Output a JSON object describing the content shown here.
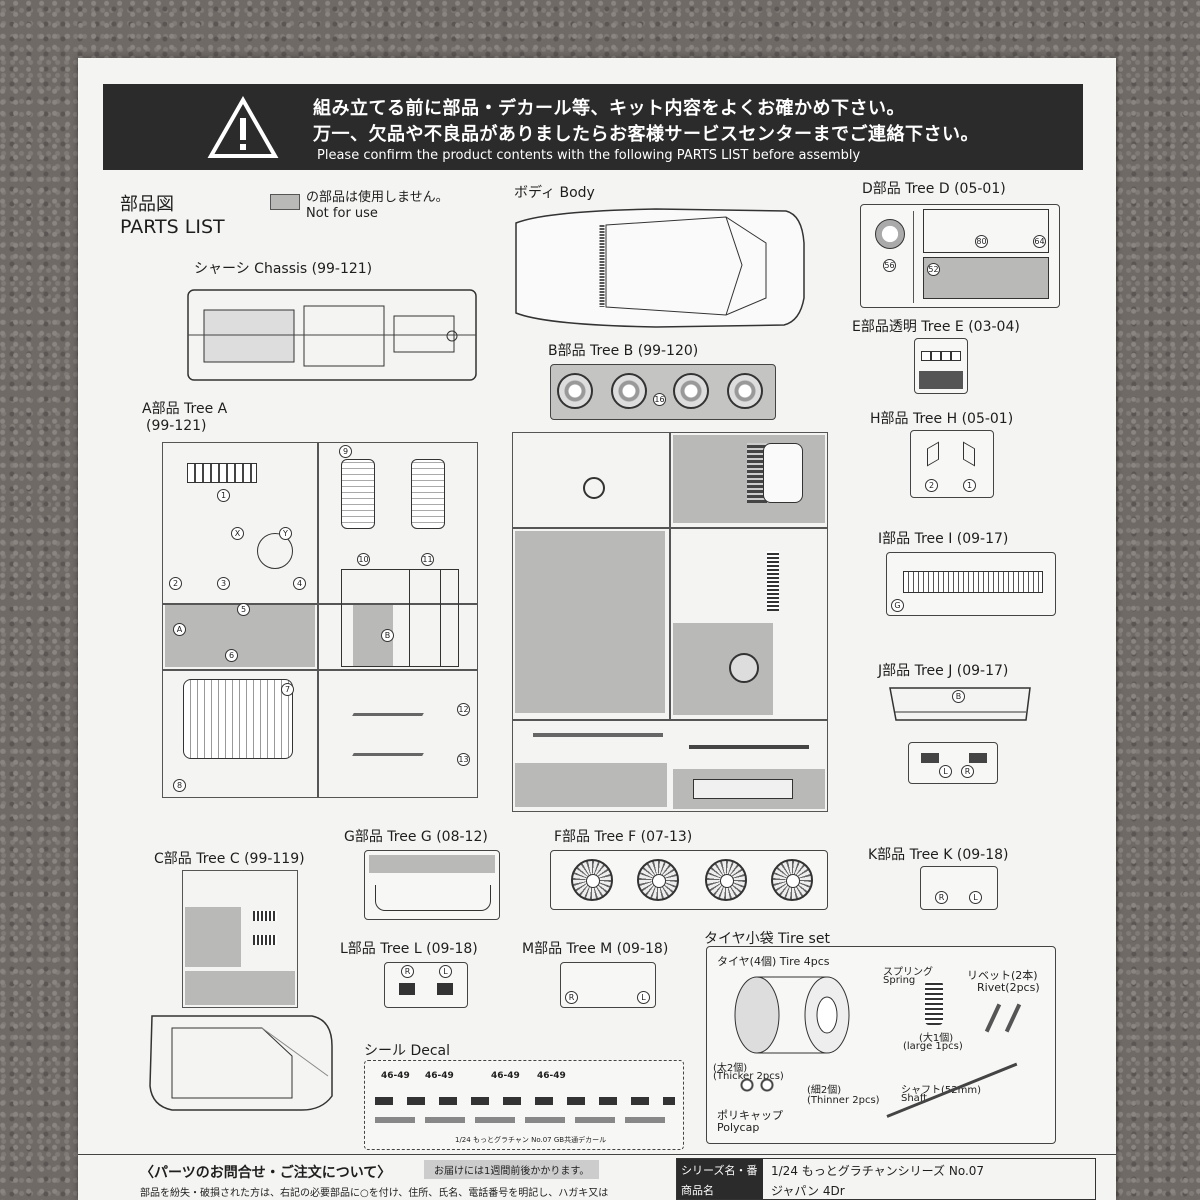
{
  "banner": {
    "line1": "組み立てる前に部品・デカール等、キット内容をよくお確かめ下さい。",
    "line2": "万一、欠品や不良品がありましたらお客様サービスセンターまでご連絡下さい。",
    "line3": "Please confirm the product contents with the following PARTS LIST before assembly"
  },
  "parts_list": {
    "jp": "部品図",
    "en": "PARTS LIST"
  },
  "legend": {
    "jp": "の部品は使用しません。",
    "en": "Not for use"
  },
  "sections": {
    "body": "ボディ Body",
    "chassis": "シャーシ Chassis (99-121)",
    "treeA": "A部品 Tree A",
    "treeA_code": "(99-121)",
    "treeB": "B部品 Tree B (99-120)",
    "treeC": "C部品 Tree C (99-119)",
    "treeD": "D部品 Tree D (05-01)",
    "treeE": "E部品透明 Tree E (03-04)",
    "treeF": "F部品 Tree F (07-13)",
    "treeG": "G部品 Tree G (08-12)",
    "treeH": "H部品 Tree H (05-01)",
    "treeI": "I部品 Tree I (09-17)",
    "treeJ": "J部品 Tree J (09-17)",
    "treeK": "K部品 Tree K (09-18)",
    "treeL": "L部品 Tree L (09-18)",
    "treeM": "M部品 Tree M (09-18)",
    "decal": "シール Decal",
    "tireset": "タイヤ小袋 Tire set"
  },
  "tireset": {
    "tire": "タイヤ(4個) Tire 4pcs",
    "spring_jp": "スプリング",
    "spring_en": "Spring",
    "rivet_jp": "リベット(2本)",
    "rivet_en": "Rivet(2pcs)",
    "large_jp": "(大1個)",
    "large_en": "(large 1pcs)",
    "thick_jp": "(太2個)",
    "thick_en": "(Thicker 2pcs)",
    "thin_jp": "(細2個)",
    "thin_en": "(Thinner 2pcs)",
    "shaft_jp": "シャフト(52mm)",
    "shaft_en": "Shaft",
    "poly_jp": "ポリキャップ",
    "poly_en": "Polycap"
  },
  "decal": {
    "plate": "46-49",
    "footer": "1/24 もっとグラチャン No.07 GB共通デカール"
  },
  "footer": {
    "contact": "〈パーツのお問合せ・ご注文について〉",
    "delivery": "お届けには1週間前後かかります。",
    "note": "部品を紛失・破損された方は、右記の必要部品に○を付け、住所、氏名、電話番号を明記し、ハガキ又は",
    "series_label": "シリーズ名・番号",
    "series_value": "1/24 もっとグラチャンシリーズ No.07",
    "product_label": "商品名",
    "product_value": "ジャパン 4Dr"
  },
  "labels": {
    "L": "L",
    "R": "R",
    "B": "B",
    "G": "G",
    "A": "A",
    "X": "X",
    "Y": "Y"
  }
}
